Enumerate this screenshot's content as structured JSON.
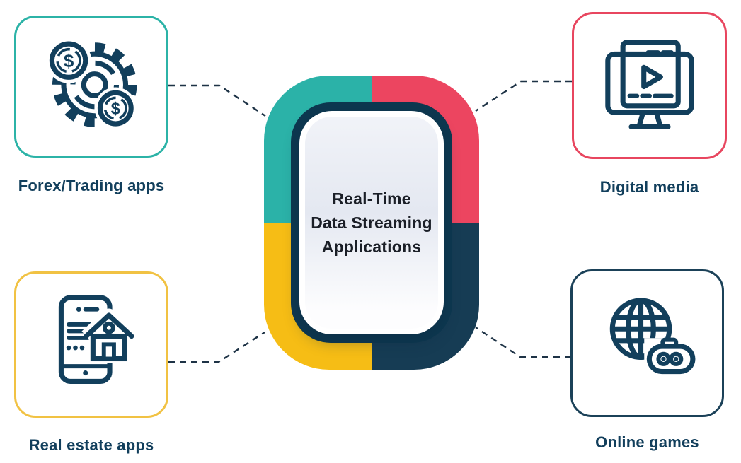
{
  "diagram": {
    "background": "#ffffff",
    "title_lines": [
      "Real-Time",
      "Data Streaming",
      "Applications"
    ]
  },
  "center": {
    "colors": {
      "top_left": "#2bb2a8",
      "top_right": "#ec4560",
      "bottom_left": "#f6bd15",
      "bottom_right": "#163c54",
      "ring": "#0d3850",
      "card": "#ffffff",
      "fill_top": "#f1f3f8",
      "fill_mid": "#e4e8f1",
      "fill_bottom": "#fdfdfe",
      "text": "#1b1f27"
    }
  },
  "nodes": [
    {
      "label": "Forex/Trading apps",
      "icon": "gears-dollar-icon",
      "accent": "#2cb3a7",
      "position": "top-left"
    },
    {
      "label": "Digital media",
      "icon": "video-player-monitor-icon",
      "accent": "#e8465f",
      "position": "top-right"
    },
    {
      "label": "Real estate apps",
      "icon": "phone-house-icon",
      "accent": "#f1c243",
      "position": "bottom-left"
    },
    {
      "label": "Online games",
      "icon": "globe-gamepad-icon",
      "accent": "#1b4158",
      "position": "bottom-right"
    }
  ],
  "icons": {
    "stroke": "#123f5c",
    "dollar_sign": "$"
  },
  "labels": {
    "color": "#123f5c"
  },
  "connectors": {
    "color": "#1e3346",
    "style": "dashed"
  }
}
